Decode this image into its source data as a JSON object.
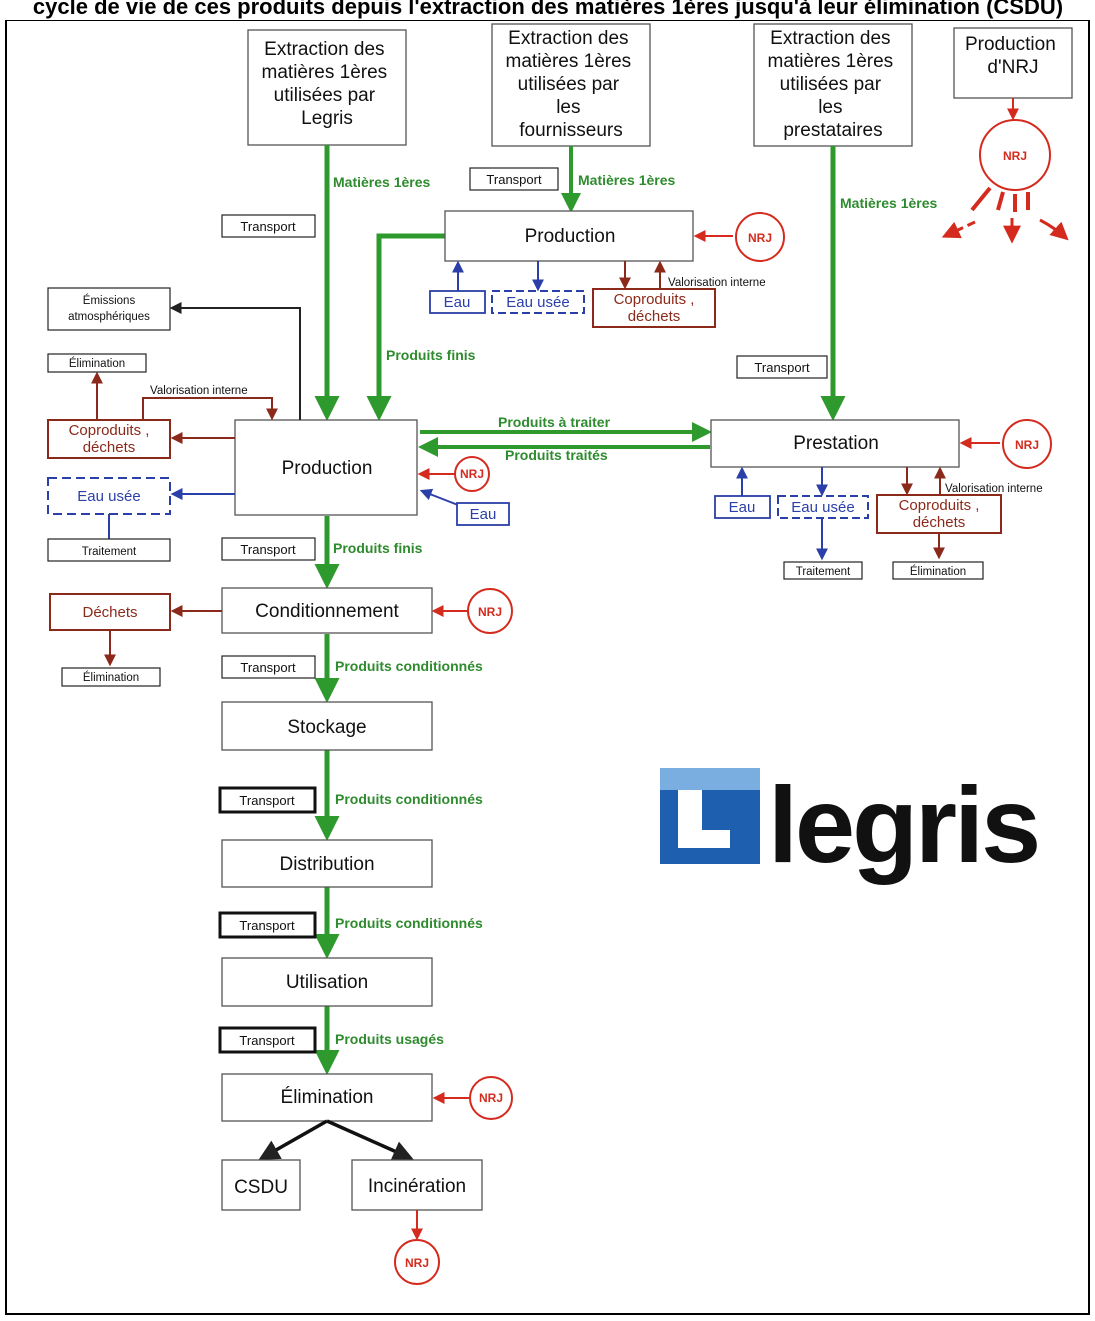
{
  "header": {
    "title": "cycle de vie de ces produits depuis l'extraction des matières 1ères jusqu'à leur élimination (CSDU)"
  },
  "sources": {
    "legris": [
      "Extraction des",
      "matières 1ères",
      "utilisées par",
      "Legris"
    ],
    "fournisseurs": [
      "Extraction des",
      "matières 1ères",
      "utilisées par",
      "les",
      "fournisseurs"
    ],
    "prestataires": [
      "Extraction des",
      "matières 1ères",
      "utilisées par",
      "les",
      "prestataires"
    ],
    "energy": [
      "Production",
      "d'NRJ"
    ]
  },
  "nodes": {
    "production_fournisseur": "Production",
    "production_main": "Production",
    "prestation": "Prestation",
    "conditionnement": "Conditionnement",
    "stockage": "Stockage",
    "distribution": "Distribution",
    "utilisation": "Utilisation",
    "elimination": "Élimination",
    "csdu": "CSDU",
    "incineration": "Incinération"
  },
  "labels": {
    "nrj": "NRJ",
    "transport": "Transport",
    "matieres": "Matières 1ères",
    "produits_finis": "Produits finis",
    "produits_a_traiter": "Produits à traiter",
    "produits_traites": "Produits traités",
    "produits_conditionnes": "Produits conditionnés",
    "produits_usages": "Produits usagés",
    "eau": "Eau",
    "eau_usee": "Eau usée",
    "coproduits": [
      "Coproduits ,",
      "déchets"
    ],
    "dechets": "Déchets",
    "valorisation": "Valorisation interne",
    "emissions": [
      "Émissions",
      "atmosphériques"
    ],
    "elimination_small": "Élimination",
    "traitement": "Traitement"
  },
  "logo": {
    "text": "legris"
  },
  "colors": {
    "flow": "#2e9a2e",
    "water": "#2b3fa8",
    "waste": "#8b2a1a",
    "energy": "#d42b1e"
  }
}
